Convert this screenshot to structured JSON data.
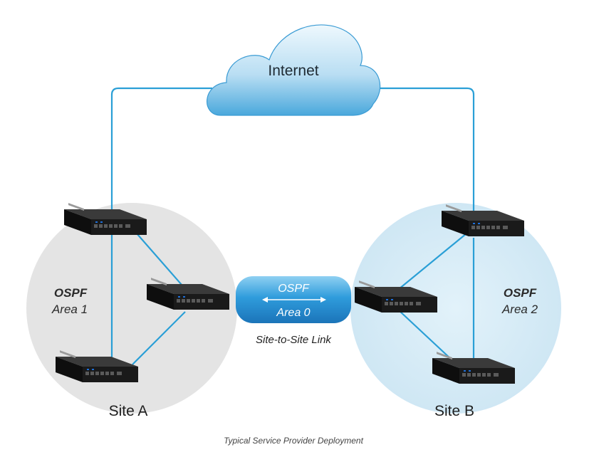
{
  "nodes": {
    "internet": {
      "label": "Internet"
    },
    "site_a": {
      "label": "Site A",
      "ospf_label": "OSPF",
      "area_label": "Area 1",
      "fill": "#e4e4e4"
    },
    "site_b": {
      "label": "Site B",
      "ospf_label": "OSPF",
      "area_label": "Area 2",
      "fill": "#d4eaf5"
    }
  },
  "link": {
    "protocol": "OSPF",
    "area": "Area 0",
    "caption": "Site-to-Site Link"
  },
  "caption": "Typical Service Provider Deployment",
  "colors": {
    "connector": "#2a9fd6",
    "cloud_light": "#dff0fa",
    "cloud_dark": "#49a9dc",
    "router": "#161616"
  },
  "edges": [
    {
      "from": "internet",
      "to": "site-a-router-top"
    },
    {
      "from": "internet",
      "to": "site-b-router-top"
    },
    {
      "from": "site-a-router-top",
      "to": "site-a-router-middle"
    },
    {
      "from": "site-a-router-top",
      "to": "site-a-router-bottom"
    },
    {
      "from": "site-a-router-middle",
      "to": "site-a-router-bottom"
    },
    {
      "from": "site-a-router-middle",
      "to": "site-b-router-middle"
    },
    {
      "from": "site-b-router-top",
      "to": "site-b-router-middle"
    },
    {
      "from": "site-b-router-top",
      "to": "site-b-router-bottom"
    },
    {
      "from": "site-b-router-middle",
      "to": "site-b-router-bottom"
    }
  ]
}
